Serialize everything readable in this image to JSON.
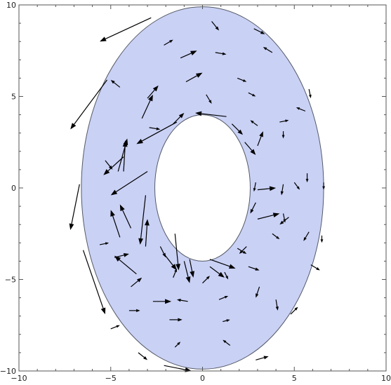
{
  "chart_data": {
    "type": "vector-field",
    "title": "",
    "xlabel": "",
    "ylabel": "",
    "xlim": [
      -10,
      10
    ],
    "ylim": [
      -10,
      10
    ],
    "grid": false,
    "x_ticks": [
      {
        "value": -10,
        "label": "−10"
      },
      {
        "value": -5,
        "label": "−5"
      },
      {
        "value": 0,
        "label": "0"
      },
      {
        "value": 5,
        "label": "5"
      },
      {
        "value": 10,
        "label": "10"
      }
    ],
    "y_ticks": [
      {
        "value": -10,
        "label": "−10"
      },
      {
        "value": -5,
        "label": "−5"
      },
      {
        "value": 0,
        "label": "0"
      },
      {
        "value": 5,
        "label": "5"
      },
      {
        "value": 10,
        "label": "10"
      }
    ],
    "region": {
      "shape": "annulus-ellipse",
      "outer": {
        "cx": 0,
        "cy": 0,
        "rx": 6.6,
        "ry": 9.9
      },
      "inner": {
        "cx": 0,
        "cy": 0,
        "rx": 2.6,
        "ry": 4.0
      },
      "fill": "#c9d1f5"
    },
    "arrow_color": "#000000",
    "vectors": [
      {
        "x": -2.8,
        "y": 9.3,
        "dx": -2.8,
        "dy": -1.3
      },
      {
        "x": 0.5,
        "y": 9.1,
        "dx": 0.4,
        "dy": -0.5
      },
      {
        "x": 2.8,
        "y": 8.7,
        "dx": 0.6,
        "dy": -0.3
      },
      {
        "x": -2.1,
        "y": 7.8,
        "dx": 0.5,
        "dy": 0.3
      },
      {
        "x": -1.2,
        "y": 7.1,
        "dx": 0.9,
        "dy": 0.4
      },
      {
        "x": 0.7,
        "y": 7.4,
        "dx": 0.6,
        "dy": -0.1
      },
      {
        "x": 3.8,
        "y": 7.4,
        "dx": -0.5,
        "dy": 0.3
      },
      {
        "x": -0.9,
        "y": 5.8,
        "dx": 0.9,
        "dy": 0.5
      },
      {
        "x": 1.9,
        "y": 6.0,
        "dx": 0.5,
        "dy": -0.2
      },
      {
        "x": -3.0,
        "y": 4.9,
        "dx": 0.6,
        "dy": 0.7
      },
      {
        "x": 0.2,
        "y": 5.1,
        "dx": 0.3,
        "dy": -0.5
      },
      {
        "x": 2.5,
        "y": 5.2,
        "dx": 0.4,
        "dy": -0.2
      },
      {
        "x": -4.5,
        "y": 5.5,
        "dx": -0.5,
        "dy": 0.4
      },
      {
        "x": -5.2,
        "y": 5.9,
        "dx": -2.0,
        "dy": -2.7
      },
      {
        "x": 5.8,
        "y": 5.4,
        "dx": 0.1,
        "dy": -0.5
      },
      {
        "x": -3.3,
        "y": 3.8,
        "dx": 0.6,
        "dy": 1.3
      },
      {
        "x": -1.6,
        "y": 3.5,
        "dx": 0.6,
        "dy": 0.6
      },
      {
        "x": 1.3,
        "y": 3.9,
        "dx": -1.7,
        "dy": 0.2
      },
      {
        "x": 1.6,
        "y": 3.5,
        "dx": 0.6,
        "dy": -0.6
      },
      {
        "x": 4.2,
        "y": 3.6,
        "dx": 0.5,
        "dy": 0.1
      },
      {
        "x": 5.6,
        "y": 4.2,
        "dx": -0.5,
        "dy": 0.2
      },
      {
        "x": 3.0,
        "y": 3.4,
        "dx": -0.4,
        "dy": 0.3
      },
      {
        "x": 4.4,
        "y": 3.1,
        "dx": 0.0,
        "dy": -0.4
      },
      {
        "x": -4.3,
        "y": 1.7,
        "dx": -1.1,
        "dy": -1.0
      },
      {
        "x": -5.3,
        "y": 1.5,
        "dx": 0.4,
        "dy": -0.5
      },
      {
        "x": -2.9,
        "y": 3.3,
        "dx": 0.6,
        "dy": -0.1
      },
      {
        "x": -1.4,
        "y": 3.6,
        "dx": -2.2,
        "dy": -1.2
      },
      {
        "x": -4.6,
        "y": 0.9,
        "dx": 0.5,
        "dy": 1.8
      },
      {
        "x": -4.3,
        "y": 0.9,
        "dx": 0.1,
        "dy": 1.7
      },
      {
        "x": 2.3,
        "y": 2.5,
        "dx": 0.6,
        "dy": -0.7
      },
      {
        "x": 3.0,
        "y": 2.3,
        "dx": 0.3,
        "dy": 0.8
      },
      {
        "x": -3.0,
        "y": 0.9,
        "dx": -2.0,
        "dy": -1.3
      },
      {
        "x": 2.9,
        "y": 0.3,
        "dx": -0.1,
        "dy": -0.5
      },
      {
        "x": 4.4,
        "y": 0.2,
        "dx": -0.1,
        "dy": -0.6
      },
      {
        "x": 5.0,
        "y": 0.3,
        "dx": 0.3,
        "dy": -0.4
      },
      {
        "x": 6.6,
        "y": 0.3,
        "dx": 0.0,
        "dy": -0.4
      },
      {
        "x": 5.7,
        "y": 0.8,
        "dx": 0.0,
        "dy": -0.5
      },
      {
        "x": 3.0,
        "y": -0.1,
        "dx": 1.0,
        "dy": 0.1
      },
      {
        "x": -6.7,
        "y": 0.2,
        "dx": -0.5,
        "dy": -2.5
      },
      {
        "x": -4.5,
        "y": -2.7,
        "dx": -0.5,
        "dy": 1.5
      },
      {
        "x": -3.9,
        "y": -2.2,
        "dx": -0.6,
        "dy": 1.3
      },
      {
        "x": -3.1,
        "y": -3.2,
        "dx": 0.1,
        "dy": 1.5
      },
      {
        "x": 2.9,
        "y": -0.8,
        "dx": -0.3,
        "dy": -0.6
      },
      {
        "x": 4.4,
        "y": -1.4,
        "dx": 0.1,
        "dy": -0.5
      },
      {
        "x": 3.0,
        "y": -1.7,
        "dx": 1.2,
        "dy": 0.3
      },
      {
        "x": 6.5,
        "y": -2.6,
        "dx": 0.0,
        "dy": -0.4
      },
      {
        "x": 5.8,
        "y": -2.4,
        "dx": -0.3,
        "dy": -0.5
      },
      {
        "x": 4.7,
        "y": -1.6,
        "dx": -0.5,
        "dy": -0.4
      },
      {
        "x": -5.6,
        "y": -3.1,
        "dx": 0.5,
        "dy": 0.1
      },
      {
        "x": -2.3,
        "y": -3.2,
        "dx": 0.3,
        "dy": -0.6
      },
      {
        "x": -1.5,
        "y": -2.5,
        "dx": 0.2,
        "dy": -2.0
      },
      {
        "x": -3.1,
        "y": -0.4,
        "dx": -0.3,
        "dy": -2.7
      },
      {
        "x": 2.4,
        "y": -3.2,
        "dx": -0.4,
        "dy": -0.4
      },
      {
        "x": 0.4,
        "y": -3.9,
        "dx": 1.4,
        "dy": -0.5
      },
      {
        "x": 1.9,
        "y": -3.3,
        "dx": 0.5,
        "dy": -0.3
      },
      {
        "x": 3.8,
        "y": -2.5,
        "dx": 0.4,
        "dy": -0.3
      },
      {
        "x": -4.8,
        "y": -3.8,
        "dx": 0.8,
        "dy": 0.2
      },
      {
        "x": -2.1,
        "y": -3.6,
        "dx": 0.7,
        "dy": -0.9
      },
      {
        "x": -1.0,
        "y": -4.0,
        "dx": 0.3,
        "dy": -1.2
      },
      {
        "x": -0.7,
        "y": -3.9,
        "dx": 0.2,
        "dy": -1.0
      },
      {
        "x": 0.4,
        "y": -4.3,
        "dx": 0.8,
        "dy": -0.6
      },
      {
        "x": 1.2,
        "y": -4.6,
        "dx": 0.2,
        "dy": -0.4
      },
      {
        "x": 2.5,
        "y": -4.3,
        "dx": 0.6,
        "dy": -0.2
      },
      {
        "x": 5.9,
        "y": -4.2,
        "dx": 0.5,
        "dy": -0.3
      },
      {
        "x": -3.6,
        "y": -4.7,
        "dx": -1.2,
        "dy": 1.0
      },
      {
        "x": -3.9,
        "y": -5.4,
        "dx": 0.6,
        "dy": 0.5
      },
      {
        "x": -1.6,
        "y": -4.9,
        "dx": 0.2,
        "dy": 0.5
      },
      {
        "x": 0.0,
        "y": -5.2,
        "dx": 0.4,
        "dy": 0.4
      },
      {
        "x": 3.1,
        "y": -5.4,
        "dx": -0.2,
        "dy": -0.6
      },
      {
        "x": -2.7,
        "y": -6.2,
        "dx": 1.0,
        "dy": 0.0
      },
      {
        "x": -0.8,
        "y": -6.2,
        "dx": -0.6,
        "dy": 0.1
      },
      {
        "x": 0.9,
        "y": -6.1,
        "dx": 0.5,
        "dy": 0.2
      },
      {
        "x": -4.0,
        "y": -6.7,
        "dx": 0.6,
        "dy": 0.0
      },
      {
        "x": -1.8,
        "y": -7.2,
        "dx": 0.7,
        "dy": 0.0
      },
      {
        "x": 1.1,
        "y": -7.3,
        "dx": 0.4,
        "dy": 0.1
      },
      {
        "x": 4.0,
        "y": -6.1,
        "dx": 0.1,
        "dy": -0.6
      },
      {
        "x": 4.8,
        "y": -6.9,
        "dx": 0.4,
        "dy": 0.4
      },
      {
        "x": -6.5,
        "y": -3.4,
        "dx": 1.2,
        "dy": -3.5
      },
      {
        "x": -5.0,
        "y": -7.7,
        "dx": 0.5,
        "dy": 0.2
      },
      {
        "x": -1.5,
        "y": -8.7,
        "dx": 0.3,
        "dy": 0.3
      },
      {
        "x": 1.5,
        "y": -8.6,
        "dx": -0.4,
        "dy": 0.3
      },
      {
        "x": -3.5,
        "y": -9.0,
        "dx": 0.5,
        "dy": -0.4
      },
      {
        "x": -2.1,
        "y": -9.7,
        "dx": 1.5,
        "dy": -0.3
      },
      {
        "x": 2.9,
        "y": -9.4,
        "dx": 0.7,
        "dy": 0.2
      }
    ]
  }
}
